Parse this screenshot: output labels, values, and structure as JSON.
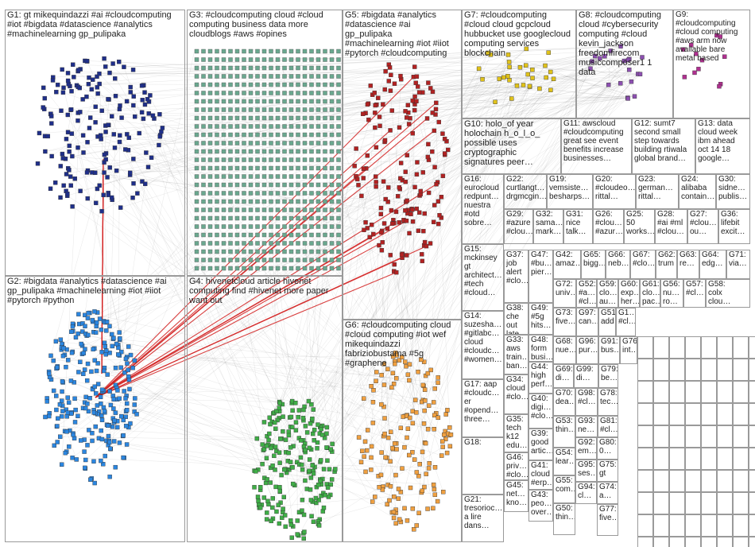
{
  "groups": [
    {
      "id": "G1",
      "text": "G1: gt mikequindazzi #ai #cloudcomputing\n#iot #bigdata #datascience #analytics\n#machinelearning gp_pulipaka",
      "color": "#1a2a6c"
    },
    {
      "id": "G2",
      "text": "G2: #bigdata #analytics #datascience #ai\ngp_pulipaka #machinelearning #iot #iiot\n#pytorch #python",
      "color": "#1e6fc9"
    },
    {
      "id": "G3",
      "text": "G3: #cloudcomputing cloud #cloud\ncomputing business data more\ncloudblogs #aws #opines",
      "color": "#2e7d5b"
    },
    {
      "id": "G4",
      "text": "G4: hivenetcloud article hivenet\ncomputing find #hivenet more paper\nwant out",
      "color": "#2e9e3a"
    },
    {
      "id": "G5",
      "text": "G5: #bigdata #analytics\n#datascience #ai\ngp_pulipaka\n#machinelearning #iot #iiot\n#pytorch #cloudcomputing",
      "color": "#a31515"
    },
    {
      "id": "G6",
      "text": "G6: #cloudcomputing cloud\n#cloud computing #iot wef\nmikequindazzi\nfabriziobustama #5g\n#graphene",
      "color": "#e08a1e"
    },
    {
      "id": "G7",
      "text": "G7: #cloudcomputing\n#cloud cloud gcpcloud\nhubbucket use googlecloud\ncomputing services\nblockchain",
      "color": "#c9b300"
    },
    {
      "id": "G8",
      "text": "G8: #cloudcomputing\ncloud #cybersecurity\ncomputing #cloud\nkevin_jackson\nfreedomfirecom\nmusiccomposer1 1\ndata",
      "color": "#7a3f9a"
    },
    {
      "id": "G9",
      "text": "G9:\n#cloudcomputing\n#cloud computing\n#aws arm now\navailable bare\nmetal based",
      "color": "#8a1f6a"
    },
    {
      "id": "G10",
      "text": "G10: holo_of year\nholochain h_o_l_o_\npossible uses\ncryptographic\nsignatures peer…",
      "color": "#999"
    },
    {
      "id": "G11",
      "text": "G11: awscloud\n#cloudcomputing\ngreat see event\nbenefits increase\nbusinesses…",
      "color": "#999"
    },
    {
      "id": "G12",
      "text": "G12: sumt7\nsecond small\nstep towards\nbuilding rtiwala\nglobal brand…",
      "color": "#999"
    },
    {
      "id": "G13",
      "text": "G13: data\ncloud week\nibm ahead\noct 14 18\ngoogle…",
      "color": "#999"
    },
    {
      "id": "G14",
      "text": "G14:\nsuzesha…\n#gitlabc…\ncloud\n#cloudc…\n#women…",
      "color": "#999"
    },
    {
      "id": "G15",
      "text": "G15:\nmckinsey\ngt\narchitect…\n#tech\n#cloud…",
      "color": "#999"
    },
    {
      "id": "G16",
      "text": "G16:\neurocloud\nredpunt…\nnuestra\n#otd\nsobre…",
      "color": "#999"
    },
    {
      "id": "G17",
      "text": "G17: aap\n#cloudc…\ner\n#opend…\nthree…",
      "color": "#999"
    },
    {
      "id": "G18",
      "text": "G18:",
      "color": "#999"
    },
    {
      "id": "G19",
      "text": "G19:\nvemsiste…\nbesharps…",
      "color": "#999"
    },
    {
      "id": "G20",
      "text": "G20:\n#cloudeo…\nrittal…",
      "color": "#999"
    },
    {
      "id": "G21",
      "text": "G21:\ntresorioc…\na lire\ndans…",
      "color": "#999"
    },
    {
      "id": "G22",
      "text": "G22:\ncurtlangt…\ndrgmcgin…",
      "color": "#999"
    },
    {
      "id": "G23",
      "text": "G23:\ngerman…\nrittal…",
      "color": "#999"
    },
    {
      "id": "G24",
      "text": "G24:\nalibaba\ncontain…",
      "color": "#999"
    },
    {
      "id": "G25",
      "text": "G25:\n50\nworks…",
      "color": "#999"
    },
    {
      "id": "G26",
      "text": "G26:\n#clou…\n#azur…",
      "color": "#999"
    },
    {
      "id": "G27",
      "text": "G27:\n#clou…\nou…",
      "color": "#999"
    },
    {
      "id": "G28",
      "text": "G28:\n#ai #ml\n#clou…",
      "color": "#999"
    },
    {
      "id": "G29",
      "text": "G29:\n#azure\n#clou…",
      "color": "#999"
    },
    {
      "id": "G30",
      "text": "G30:\nsidne…\npublis…",
      "color": "#999"
    },
    {
      "id": "G31",
      "text": "G31:\nnice\ntalk…",
      "color": "#999"
    },
    {
      "id": "G32",
      "text": "G32:\nsama…\nmark…",
      "color": "#999"
    },
    {
      "id": "G33",
      "text": "G33:\naws\ntrain…\nban…",
      "color": "#999"
    },
    {
      "id": "G34",
      "text": "G34:\ncloud\n#clo…",
      "color": "#999"
    },
    {
      "id": "G35",
      "text": "G35:\ntech\nk12\nedu…",
      "color": "#999"
    },
    {
      "id": "G36",
      "text": "G36:\nlifebit\nexcit…",
      "color": "#999"
    },
    {
      "id": "G37",
      "text": "G37:\njob\nalert\n#clo…",
      "color": "#999"
    },
    {
      "id": "G38",
      "text": "G38:\nche\nout\nlate…",
      "color": "#999"
    },
    {
      "id": "G39",
      "text": "G39:\ngood\nartic…",
      "color": "#999"
    },
    {
      "id": "G40",
      "text": "G40:\ndigi…\n#clo…",
      "color": "#999"
    },
    {
      "id": "G41",
      "text": "G41:\ncloud\n#erp…",
      "color": "#999"
    },
    {
      "id": "G42",
      "text": "G42:\namaz…",
      "color": "#999"
    },
    {
      "id": "G43",
      "text": "G43:\npeo…\nover…",
      "color": "#999"
    },
    {
      "id": "G44",
      "text": "G44:\nhigh\nperf…",
      "color": "#999"
    },
    {
      "id": "G45",
      "text": "G45:\nnet…\nkno…",
      "color": "#999"
    },
    {
      "id": "G46",
      "text": "G46:\npriv…\n#clo…",
      "color": "#999"
    },
    {
      "id": "G47",
      "text": "G47:\n#bu…\npier…",
      "color": "#999"
    },
    {
      "id": "G48",
      "text": "G48:\nform\nbusi…",
      "color": "#999"
    },
    {
      "id": "G49",
      "text": "G49:\n#5g\nhits…",
      "color": "#999"
    },
    {
      "id": "G50",
      "text": "G50:\nthin…",
      "color": "#999"
    },
    {
      "id": "G51",
      "text": "G51:\nadd…",
      "color": "#999"
    },
    {
      "id": "G52",
      "text": "G52:\n#a…\n#cl…",
      "color": "#999"
    },
    {
      "id": "G53",
      "text": "G53:\nthin…",
      "color": "#999"
    },
    {
      "id": "G54",
      "text": "G54:\nlear…",
      "color": "#999"
    },
    {
      "id": "G55",
      "text": "G55:\ncom…",
      "color": "#999"
    },
    {
      "id": "G56",
      "text": "G56:\nnu…\nro…",
      "color": "#999"
    },
    {
      "id": "G57",
      "text": "G57:\n#cl…",
      "color": "#999"
    },
    {
      "id": "G58",
      "text": "G58:\ncolx\nclou…",
      "color": "#999"
    },
    {
      "id": "G59",
      "text": "G59:\nclo…\nau…",
      "color": "#999"
    },
    {
      "id": "G60",
      "text": "G60:\nexp…\nher…",
      "color": "#999"
    },
    {
      "id": "G61",
      "text": "G61:\nclo…\npac…",
      "color": "#999"
    },
    {
      "id": "G62",
      "text": "G62:\ntrum",
      "color": "#999"
    },
    {
      "id": "G63",
      "text": "G63:\nre…",
      "color": "#999"
    },
    {
      "id": "G64",
      "text": "G64:\nedg…",
      "color": "#999"
    },
    {
      "id": "G65",
      "text": "G65:\nbigg…",
      "color": "#999"
    },
    {
      "id": "G66",
      "text": "G66:\nneb…",
      "color": "#999"
    },
    {
      "id": "G67",
      "text": "G67:\n#clo…",
      "color": "#999"
    },
    {
      "id": "G68",
      "text": "G68:\nnue…",
      "color": "#999"
    },
    {
      "id": "G69",
      "text": "G69:\ndi…",
      "color": "#999"
    },
    {
      "id": "G70",
      "text": "G70:\ndea…",
      "color": "#999"
    },
    {
      "id": "G71",
      "text": "G71:\nvia…",
      "color": "#999"
    },
    {
      "id": "G72",
      "text": "G72:\nuniv…",
      "color": "#999"
    },
    {
      "id": "G73",
      "text": "G73:\nfive…",
      "color": "#999"
    },
    {
      "id": "G74",
      "text": "G74:\na…",
      "color": "#999"
    },
    {
      "id": "G75",
      "text": "G75:\ngt",
      "color": "#999"
    },
    {
      "id": "G76",
      "text": "G76:\nint…",
      "color": "#999"
    },
    {
      "id": "G77",
      "text": "G77:\nfive…",
      "color": "#999"
    },
    {
      "id": "G78",
      "text": "G78:\ntec…",
      "color": "#999"
    },
    {
      "id": "G79",
      "text": "G79:\nbe…",
      "color": "#999"
    },
    {
      "id": "G80",
      "text": "G80:\n0…",
      "color": "#999"
    },
    {
      "id": "G81",
      "text": "G81:\n#cl…",
      "color": "#999"
    },
    {
      "id": "G91",
      "text": "G91:\nbus…",
      "color": "#999"
    },
    {
      "id": "G92",
      "text": "G92:\nem…",
      "color": "#999"
    },
    {
      "id": "G93",
      "text": "G93:\nne…",
      "color": "#999"
    },
    {
      "id": "G94",
      "text": "G94:\ncl…",
      "color": "#999"
    },
    {
      "id": "G95",
      "text": "G95:\nses…",
      "color": "#999"
    },
    {
      "id": "G96",
      "text": "G96:\npur…",
      "color": "#999"
    },
    {
      "id": "G97",
      "text": "G97:\ncan…",
      "color": "#999"
    },
    {
      "id": "G98",
      "text": "G98:\n#cl…",
      "color": "#999"
    },
    {
      "id": "G99",
      "text": "G99:\ndi…",
      "color": "#999"
    },
    {
      "id": "G1-small",
      "text": "G1…\n#cl…",
      "color": "#999"
    }
  ]
}
